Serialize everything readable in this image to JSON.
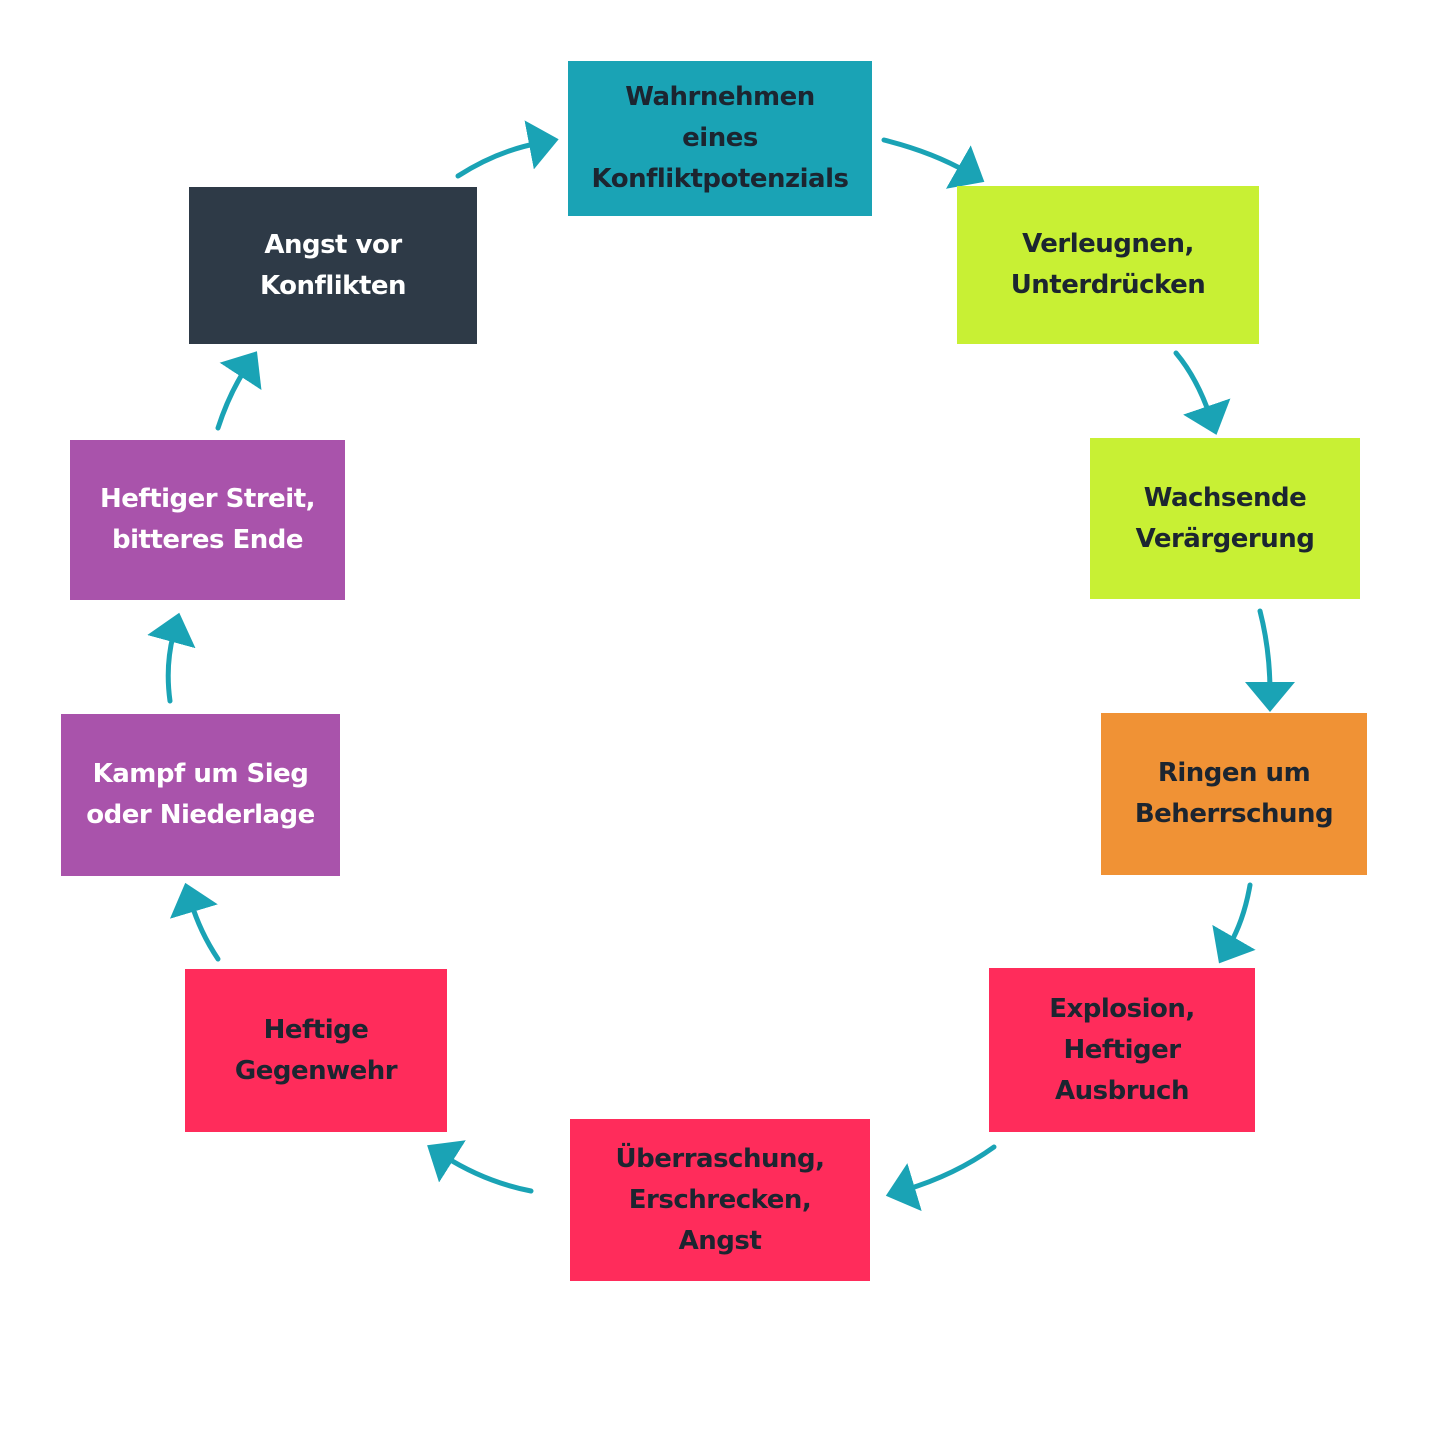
{
  "diagram": {
    "arrow_color": "#1aa3b5",
    "nodes": [
      {
        "label": "Wahrnehmen eines\nKonfliktpotenzials",
        "bg": "#1aa3b5",
        "fg": "#1c2530"
      },
      {
        "label": "Verleugnen,\nUnterdrücken",
        "bg": "#c8f034",
        "fg": "#1c2530"
      },
      {
        "label": "Wachsende\nVerärgerung",
        "bg": "#c8f034",
        "fg": "#1c2530"
      },
      {
        "label": "Ringen um\nBeherrschung",
        "bg": "#f09235",
        "fg": "#1c2530"
      },
      {
        "label": "Explosion,\nHeftiger Ausbruch",
        "bg": "#ff2c5b",
        "fg": "#1c2530"
      },
      {
        "label": "Überraschung,\nErschrecken, Angst",
        "bg": "#ff2c5b",
        "fg": "#1c2530"
      },
      {
        "label": "Heftige\nGegenwehr",
        "bg": "#ff2c5b",
        "fg": "#1c2530"
      },
      {
        "label": "Kampf um Sieg\noder Niederlage",
        "bg": "#a953ab",
        "fg": "#ffffff"
      },
      {
        "label": "Heftiger Streit,\nbitteres Ende",
        "bg": "#a953ab",
        "fg": "#ffffff"
      },
      {
        "label": "Angst vor\nKonflikten",
        "bg": "#2e3a47",
        "fg": "#ffffff"
      }
    ]
  }
}
